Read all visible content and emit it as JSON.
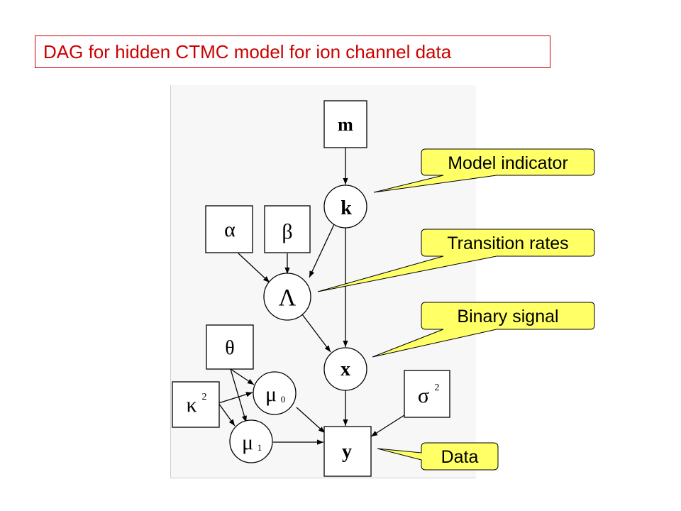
{
  "title": "DAG for hidden CTMC model for ion channel data",
  "colors": {
    "title": "#cc0000",
    "callout_fill": "#ffff66",
    "panel_bg": "#f7f7f7",
    "edge": "#000000"
  },
  "nodes": {
    "m": "m",
    "k": "k",
    "alpha": "α",
    "beta": "β",
    "lambda": "Λ",
    "theta": "θ",
    "x": "x",
    "kappa": "κ",
    "kappa_sup": "2",
    "mu0": "μ",
    "mu0_sub": "0",
    "mu1": "μ",
    "mu1_sub": "1",
    "sigma": "σ",
    "sigma_sup": "2",
    "y": "y"
  },
  "callouts": {
    "model_indicator": "Model indicator",
    "transition_rates": "Transition rates",
    "binary_signal": "Binary signal",
    "data": "Data"
  }
}
